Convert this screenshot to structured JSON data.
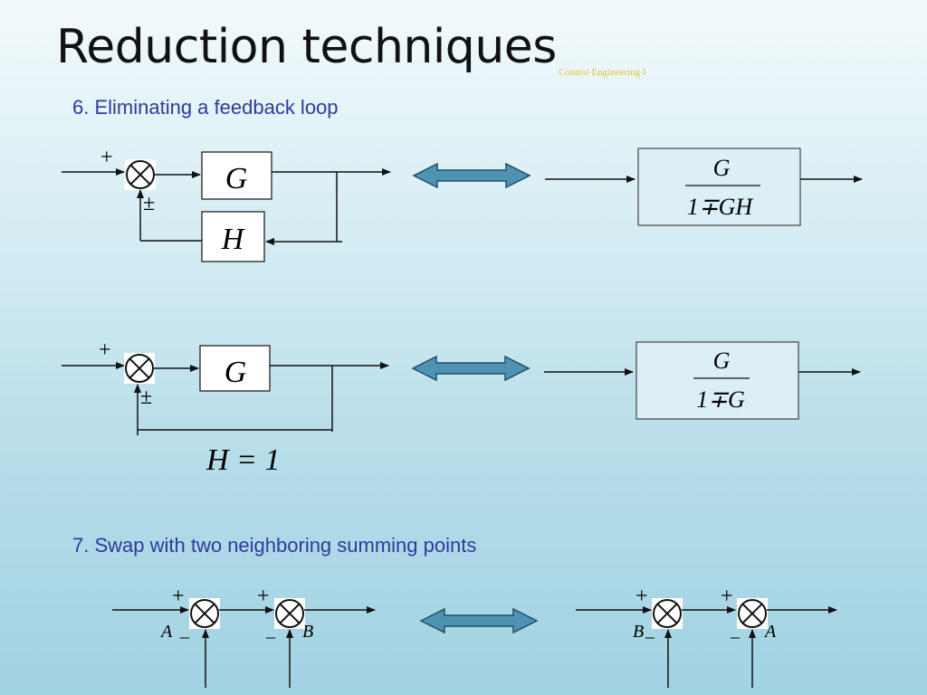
{
  "header": {
    "title": "Reduction techniques",
    "footer_note": "Control Engineering I"
  },
  "sections": [
    {
      "heading": "6. Eliminating a feedback loop"
    },
    {
      "heading": "7. Swap with two neighboring summing points"
    }
  ],
  "diagram1": {
    "forward_block": "G",
    "feedback_block": "H",
    "input_sign": "+",
    "feedback_sign": "±",
    "result_numerator": "G",
    "result_denominator": "1∓GH"
  },
  "diagram2": {
    "forward_block": "G",
    "feedback_label": "H = 1",
    "input_sign": "+",
    "feedback_sign": "±",
    "result_numerator": "G",
    "result_denominator": "1∓G"
  },
  "diagram3": {
    "left": {
      "sign1": "+",
      "sign2": "+",
      "input1": "A",
      "input2": "B",
      "minus1": "_",
      "minus2": "_"
    },
    "right": {
      "sign1": "+",
      "sign2": "+",
      "input1": "B",
      "input2": "A",
      "minus1": "_",
      "minus2": "_"
    }
  },
  "colors": {
    "arrow_fill": "#4f93b3",
    "arrow_stroke": "#1f4f6a",
    "block_fill": "#dceff6",
    "heading": "#2e3a9e",
    "footer_note": "#e8c23a"
  }
}
